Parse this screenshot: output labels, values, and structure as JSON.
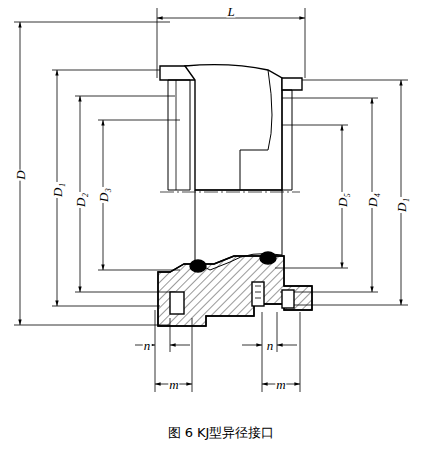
{
  "diagram": {
    "caption": "图 6 KJ型异径接口",
    "labels": [
      "L",
      "D",
      "D₁",
      "D₂",
      "D₃",
      "D₅",
      "D₄",
      "D₁",
      "n",
      "m",
      "n",
      "m"
    ]
  }
}
